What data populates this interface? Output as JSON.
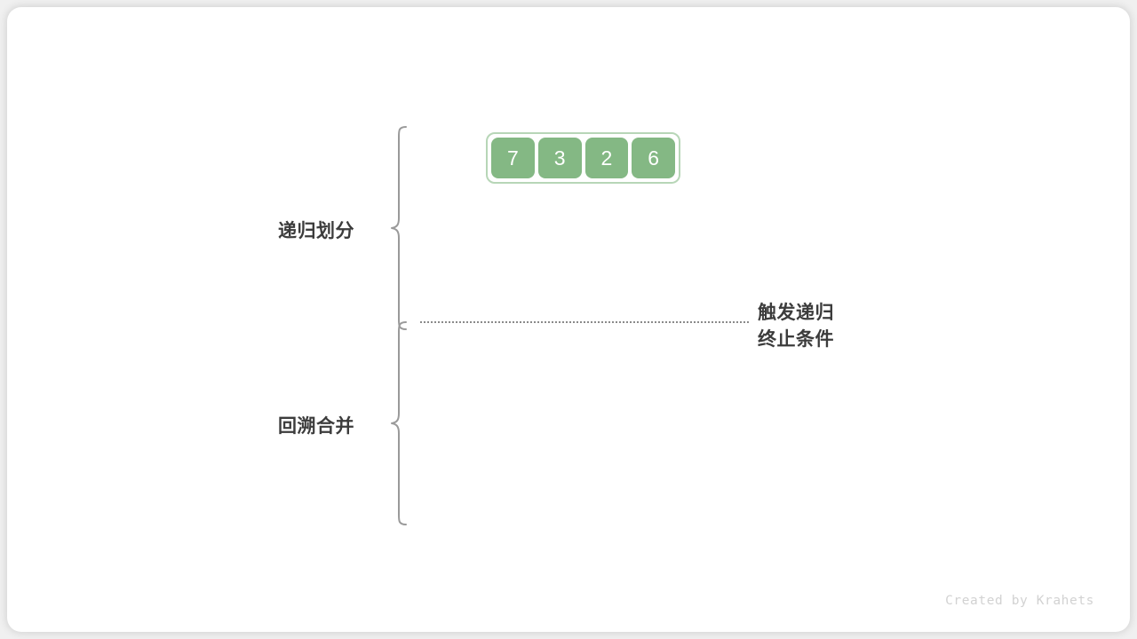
{
  "figure": {
    "background_color": "#f0f0f0",
    "card_color": "#ffffff"
  },
  "array": {
    "border_color": "#b7d6b7",
    "cell_color": "#84b884",
    "cell_text_color": "#ffffff",
    "values": [
      "7",
      "3",
      "2",
      "6"
    ]
  },
  "phases": [
    {
      "label": "递归划分"
    },
    {
      "label": "回溯合并"
    }
  ],
  "note": {
    "line1": "触发递归",
    "line2": "终止条件"
  },
  "divider": {
    "style": "dotted",
    "color": "#8a8a8a"
  },
  "watermark": {
    "text": "Created by Krahets"
  }
}
